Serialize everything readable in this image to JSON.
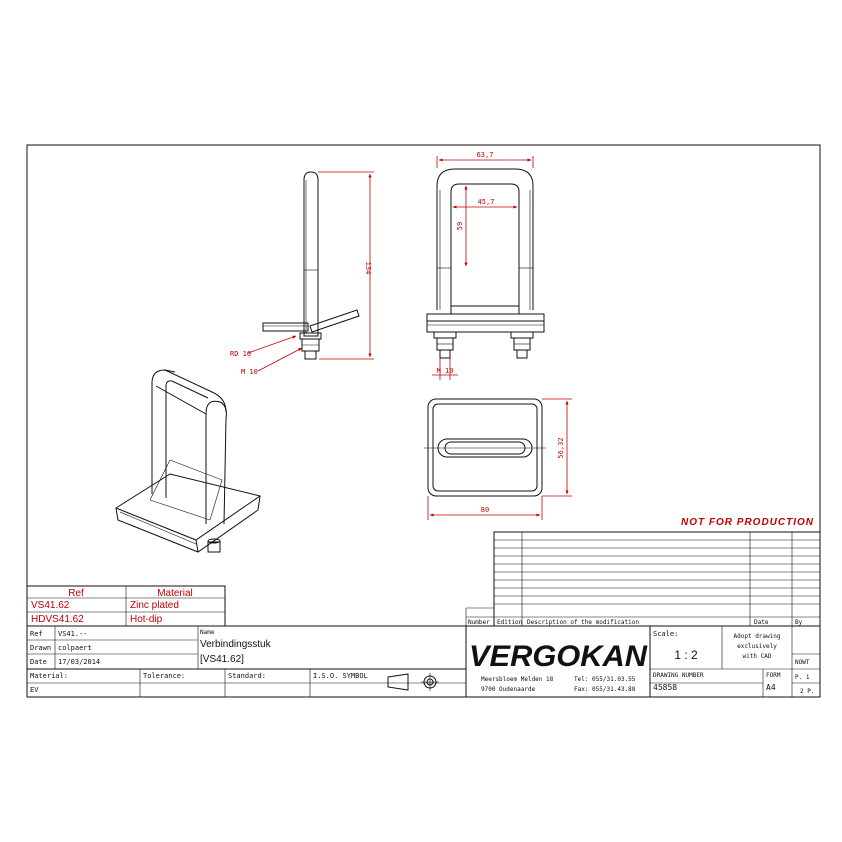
{
  "dimensions": {
    "overall_width": "63,7",
    "inner_width": "45,7",
    "inner_height": "59",
    "total_height": "134",
    "bolt_thread_front": "M 10",
    "bolt_thread_side": "M 10",
    "washer": "RD 10",
    "plate_depth": "56,32",
    "plate_width": "80"
  },
  "stamp": "NOT FOR PRODUCTION",
  "revision_table": {
    "headers": [
      "Number",
      "Edition",
      "Description of the modification",
      "Date",
      "By"
    ]
  },
  "ref_table": {
    "headers": [
      "Ref",
      "Material"
    ],
    "rows": [
      {
        "ref": "VS41.62",
        "material": "Zinc plated"
      },
      {
        "ref": "HDVS41.62",
        "material": "Hot-dip"
      }
    ]
  },
  "title_block": {
    "ref_label": "Ref",
    "ref_value": "VS41.--",
    "drawn_label": "Drawn",
    "drawn_value": "colpaert",
    "date_label": "Date",
    "date_value": "17/03/2014",
    "name_label": "Name",
    "name_line1": "Verbindingsstuk",
    "name_line2": "[VS41.62]",
    "material_label": "Material:",
    "tolerance_label": "Tolerance:",
    "standard_label": "Standard:",
    "iso_label": "I.S.O. SYMBOL",
    "ev_label": "EV",
    "company": "VERGOKAN",
    "address1": "Meersbloem Melden 18",
    "address2": "9700 Oudenaarde",
    "tel": "Tel: 055/31.03.55",
    "fax": "Fax: 055/31.43.88",
    "scale_label": "Scale:",
    "scale_value": "1 : 2",
    "adopt_line1": "Adopt drawing",
    "adopt_line2": "exclusively",
    "adopt_line3": "with CAD",
    "drawing_number_label": "DRAWING NUMBER",
    "drawing_number": "45858",
    "form_label": "FORM",
    "form_value": "A4",
    "nowt_label": "NOWT",
    "page_label": "P. 1",
    "pages_label": "2 P."
  }
}
